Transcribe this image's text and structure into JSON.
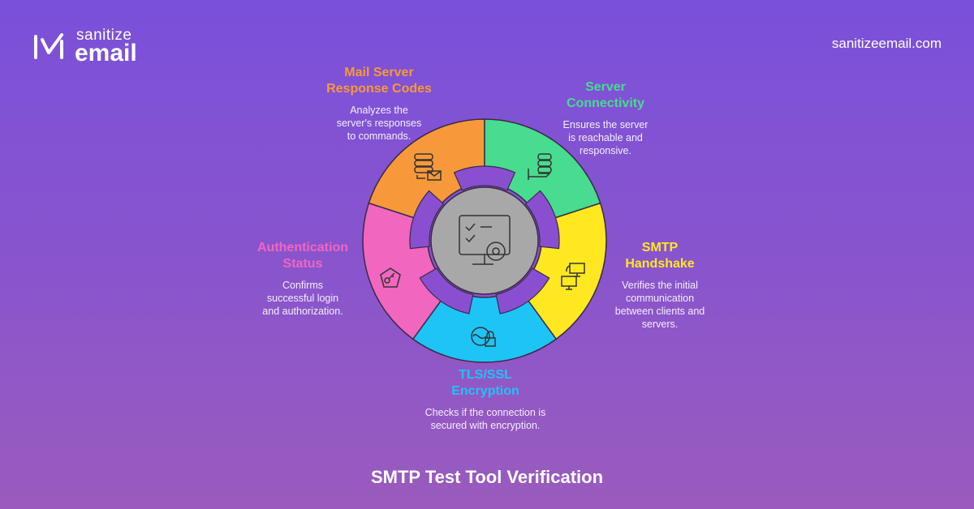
{
  "brand": {
    "logo_top": "sanitize",
    "logo_bottom": "email",
    "url": "sanitizeemail.com"
  },
  "colors": {
    "orange": "#f7993a",
    "green": "#47dc8f",
    "yellow": "#ffe81f",
    "blue": "#1ec4f6",
    "pink": "#f166bf",
    "gray": "#a8a8a8",
    "ring": "#8a4fd0"
  },
  "segments": [
    {
      "key": "mail",
      "title": [
        "Mail Server",
        "Response Codes"
      ],
      "desc": [
        "Analyzes the",
        "server's responses",
        "to commands."
      ],
      "icon": "server-mail-icon"
    },
    {
      "key": "conn",
      "title": [
        "Server",
        "Connectivity"
      ],
      "desc": [
        "Ensures the server",
        "is reachable and",
        "responsive."
      ],
      "icon": "server-hand-icon"
    },
    {
      "key": "smtp",
      "title": [
        "SMTP",
        "Handshake"
      ],
      "desc": [
        "Verifies the initial",
        "communication",
        "between clients and",
        "servers."
      ],
      "icon": "monitors-exchange-icon"
    },
    {
      "key": "tls",
      "title": [
        "TLS/SSL",
        "Encryption"
      ],
      "desc": [
        "Checks if the connection is",
        "secured with encryption."
      ],
      "icon": "encryption-lock-icon"
    },
    {
      "key": "auth",
      "title": [
        "Authentication",
        "Status"
      ],
      "desc": [
        "Confirms",
        "successful login",
        "and authorization."
      ],
      "icon": "key-icon"
    }
  ],
  "center_icon": "monitor-checklist-gear-icon",
  "footer": {
    "title": "SMTP Test Tool Verification"
  }
}
